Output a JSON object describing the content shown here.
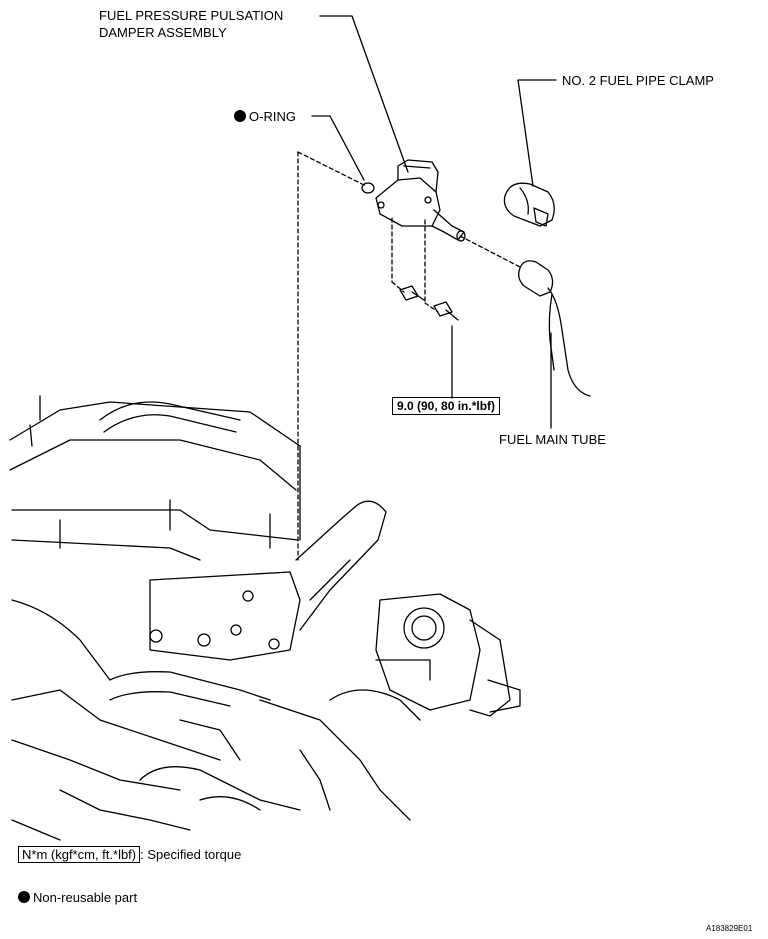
{
  "labels": {
    "damper_line1": "FUEL PRESSURE PULSATION",
    "damper_line2": "DAMPER ASSEMBLY",
    "oring": "O-RING",
    "clamp": "NO. 2 FUEL PIPE CLAMP",
    "torque_value": "9.0 (90, 80 in.*lbf)",
    "fuel_main_tube": "FUEL MAIN TUBE"
  },
  "legend": {
    "torque_units": "N*m (kgf*cm, ft.*lbf)",
    "torque_desc": ": Specified torque",
    "nonreusable": "Non-reusable part"
  },
  "figure_id": "A183829E01"
}
